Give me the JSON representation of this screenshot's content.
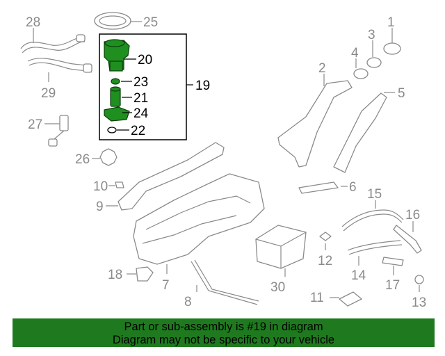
{
  "diagram": {
    "callouts": [
      "1",
      "2",
      "3",
      "4",
      "5",
      "6",
      "7",
      "8",
      "9",
      "10",
      "11",
      "12",
      "13",
      "14",
      "15",
      "16",
      "17",
      "18",
      "19",
      "20",
      "21",
      "22",
      "23",
      "24",
      "25",
      "26",
      "27",
      "28",
      "29",
      "30"
    ],
    "highlighted_group": "19"
  },
  "footer": {
    "line1": "Part or sub-assembly is #19 in diagram",
    "line2": "Diagram may not be specific to your vehicle"
  },
  "colors": {
    "highlight_green": "#1f8f1f",
    "banner_green": "#1f7a1f",
    "line_gray": "#8a8a8a"
  }
}
